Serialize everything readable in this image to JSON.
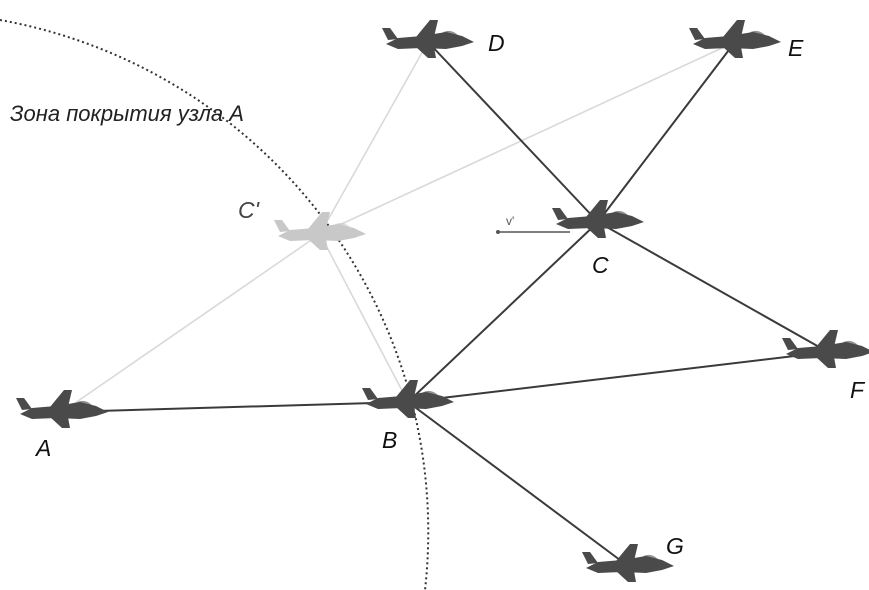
{
  "diagram": {
    "zone_label": "Зона покрытия узла А",
    "velocity_label": "v'",
    "nodes": [
      {
        "id": "A",
        "label": "A",
        "ghost": false
      },
      {
        "id": "B",
        "label": "B",
        "ghost": false
      },
      {
        "id": "C",
        "label": "C",
        "ghost": false
      },
      {
        "id": "Cp",
        "label": "C'",
        "ghost": true
      },
      {
        "id": "D",
        "label": "D",
        "ghost": false
      },
      {
        "id": "E",
        "label": "E",
        "ghost": false
      },
      {
        "id": "F",
        "label": "F",
        "ghost": false
      },
      {
        "id": "G",
        "label": "G",
        "ghost": false
      }
    ],
    "links": [
      {
        "from": "A",
        "to": "B",
        "kind": "active"
      },
      {
        "from": "B",
        "to": "C",
        "kind": "active"
      },
      {
        "from": "B",
        "to": "F",
        "kind": "active"
      },
      {
        "from": "B",
        "to": "G",
        "kind": "active"
      },
      {
        "from": "C",
        "to": "D",
        "kind": "active"
      },
      {
        "from": "C",
        "to": "E",
        "kind": "active"
      },
      {
        "from": "C",
        "to": "F",
        "kind": "active"
      },
      {
        "from": "A",
        "to": "Cp",
        "kind": "past"
      },
      {
        "from": "Cp",
        "to": "B",
        "kind": "past"
      },
      {
        "from": "Cp",
        "to": "D",
        "kind": "past"
      },
      {
        "from": "Cp",
        "to": "E",
        "kind": "past"
      }
    ],
    "colors": {
      "active_link": "#3a3a3a",
      "past_link": "#d9d9d9",
      "zone_boundary": "#333333",
      "aircraft": "#4a4a4a",
      "aircraft_ghost": "#c8c8c8"
    }
  }
}
